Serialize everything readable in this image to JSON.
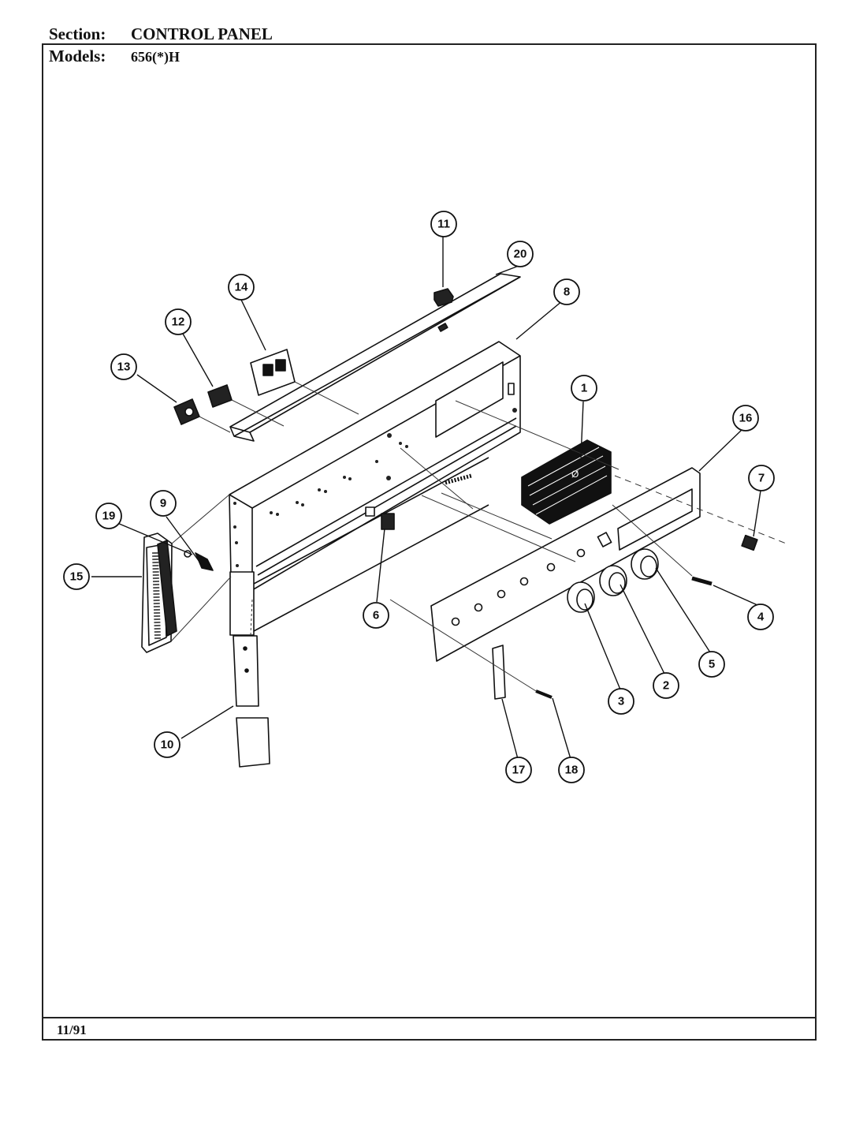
{
  "header": {
    "section_label": "Section:",
    "section_value": "CONTROL PANEL",
    "models_label": "Models:",
    "models_value": "656(*)H"
  },
  "footer": {
    "date": "11/91"
  },
  "callouts": [
    "1",
    "2",
    "3",
    "4",
    "5",
    "6",
    "7",
    "8",
    "9",
    "10",
    "11",
    "12",
    "13",
    "14",
    "15",
    "16",
    "17",
    "18",
    "19",
    "20"
  ]
}
